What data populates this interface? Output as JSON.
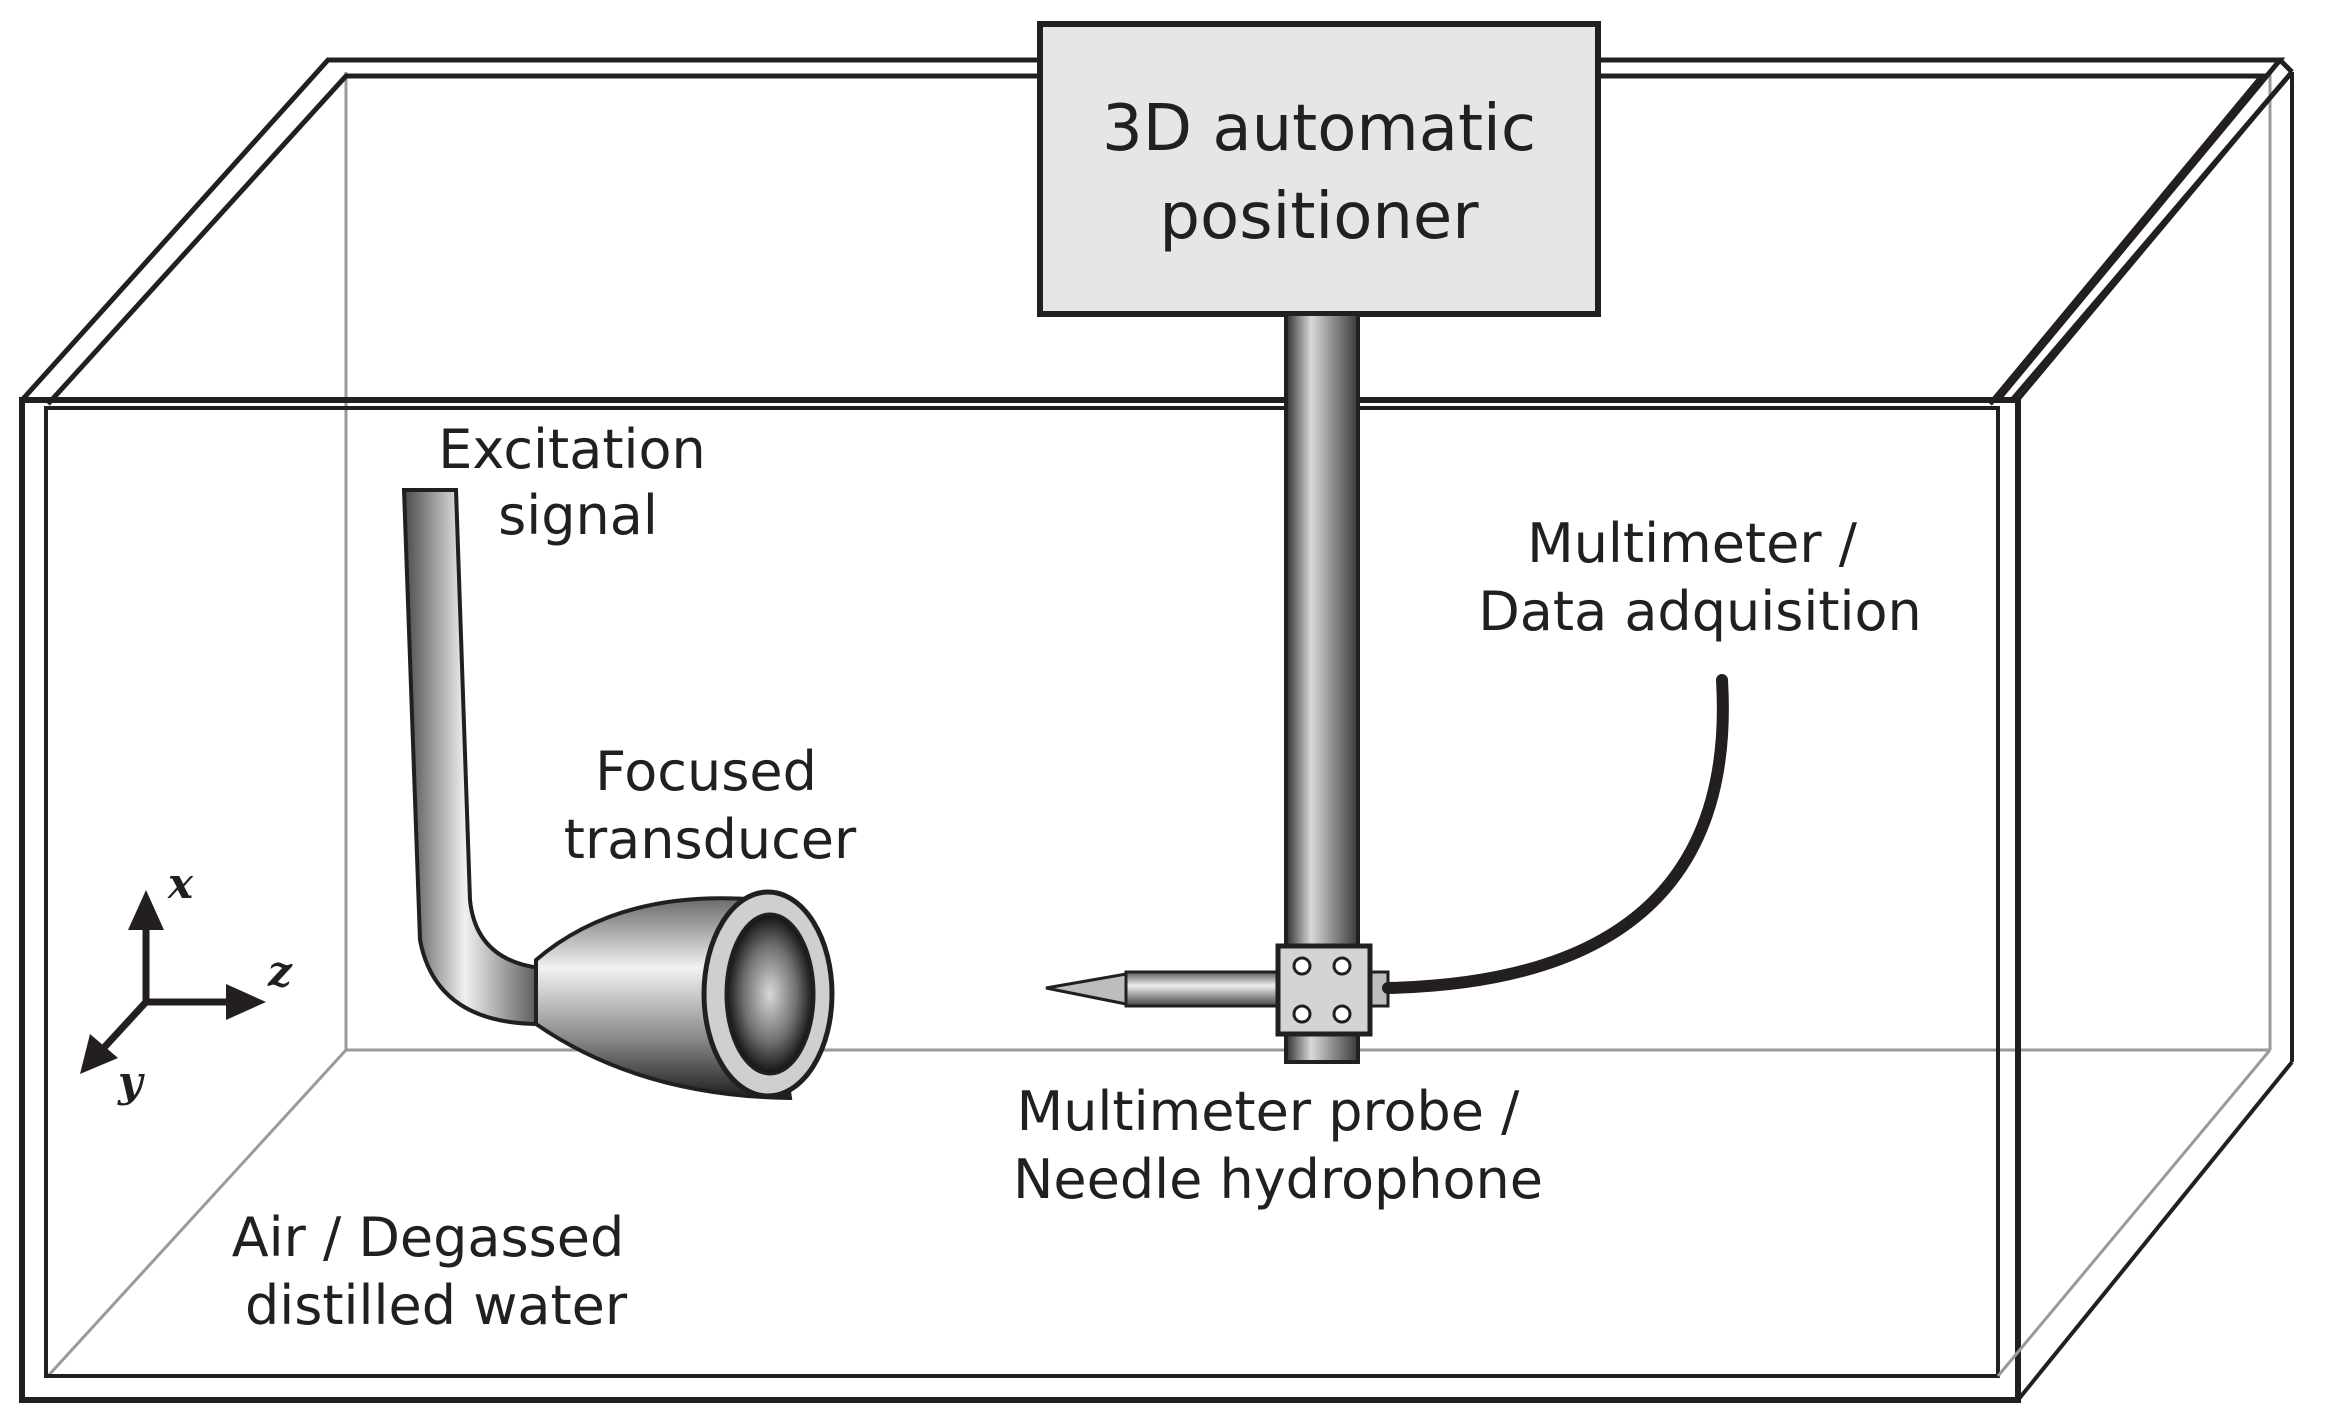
{
  "labels": {
    "positioner_line1": "3D automatic",
    "positioner_line2": "positioner",
    "excitation_line1": "Excitation",
    "excitation_line2": "signal",
    "transducer_line1": "Focused",
    "transducer_line2": "transducer",
    "multimeter_line1": "Multimeter /",
    "multimeter_line2": "Data adquisition",
    "probe_line1": "Multimeter probe /",
    "probe_line2": "Needle hydrophone",
    "medium_line1": "Air / Degassed",
    "medium_line2": "distilled water"
  },
  "axes": {
    "x": "x",
    "y": "y",
    "z": "z"
  }
}
